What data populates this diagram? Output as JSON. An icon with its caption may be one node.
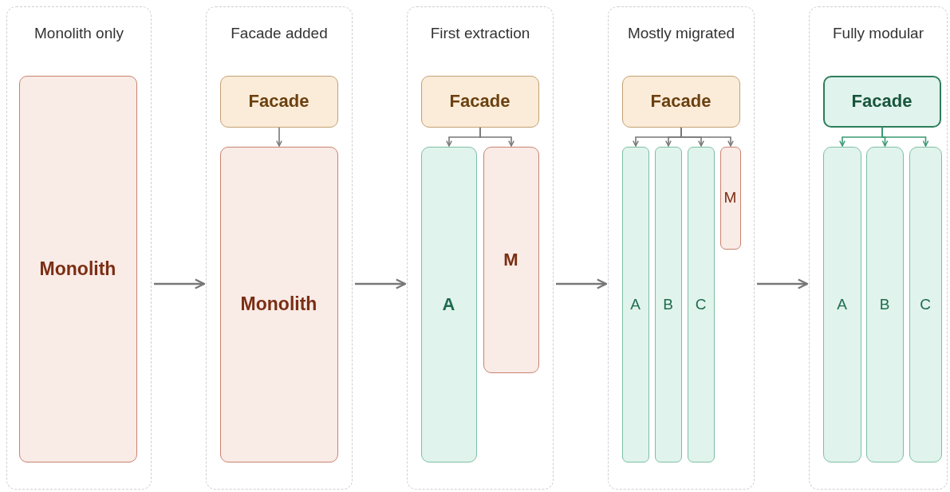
{
  "diagram": {
    "nodes": [
      {
        "text": [
          "Monolith only"
        ]
      },
      {
        "text": [
          "Monolith"
        ],
        "in": 0
      },
      {
        "text": [
          "Facade added"
        ]
      },
      {
        "text": [
          "Facade"
        ],
        "in": 2
      },
      {
        "text": [
          "Monolith"
        ],
        "in": 2
      },
      {
        "text": [
          "First extraction"
        ]
      },
      {
        "text": [
          "Facade"
        ],
        "in": 5
      },
      {
        "text": [
          "A"
        ],
        "in": 5
      },
      {
        "text": [
          "M"
        ],
        "in": 5
      },
      {
        "text": [
          "Mostly migrated"
        ]
      },
      {
        "text": [
          "Facade"
        ],
        "in": 9
      },
      {
        "text": [
          "A"
        ],
        "in": 9
      },
      {
        "text": [
          "B"
        ],
        "in": 9
      },
      {
        "text": [
          "C"
        ],
        "in": 9
      },
      {
        "text": [
          "M"
        ],
        "in": 9
      },
      {
        "text": [
          "Fully modular"
        ]
      },
      {
        "text": [
          "Facade"
        ],
        "in": 15
      },
      {
        "text": [
          "A"
        ],
        "in": 15
      },
      {
        "text": [
          "B"
        ],
        "in": 15
      },
      {
        "text": [
          "C"
        ],
        "in": 15
      }
    ],
    "edges": [
      {
        "from": 0,
        "to": 2,
        "arrow": "to"
      },
      {
        "from": 2,
        "to": 5,
        "arrow": "to"
      },
      {
        "from": 5,
        "to": 9,
        "arrow": "to"
      },
      {
        "from": 9,
        "to": 15,
        "arrow": "to"
      },
      {
        "from": 3,
        "to": 4,
        "arrow": "to"
      },
      {
        "from": 6,
        "to": 7,
        "arrow": "to"
      },
      {
        "from": 6,
        "to": 8,
        "arrow": "to"
      },
      {
        "from": 10,
        "to": 11,
        "arrow": "to"
      },
      {
        "from": 10,
        "to": 12,
        "arrow": "to"
      },
      {
        "from": 10,
        "to": 13,
        "arrow": "to"
      },
      {
        "from": 10,
        "to": 14,
        "arrow": "to"
      },
      {
        "from": 16,
        "to": 17,
        "arrow": "to",
        "color": "#3a9a73"
      },
      {
        "from": 16,
        "to": 18,
        "arrow": "to",
        "color": "#3a9a73"
      },
      {
        "from": 16,
        "to": 19,
        "arrow": "to",
        "color": "#3a9a73"
      }
    ]
  }
}
